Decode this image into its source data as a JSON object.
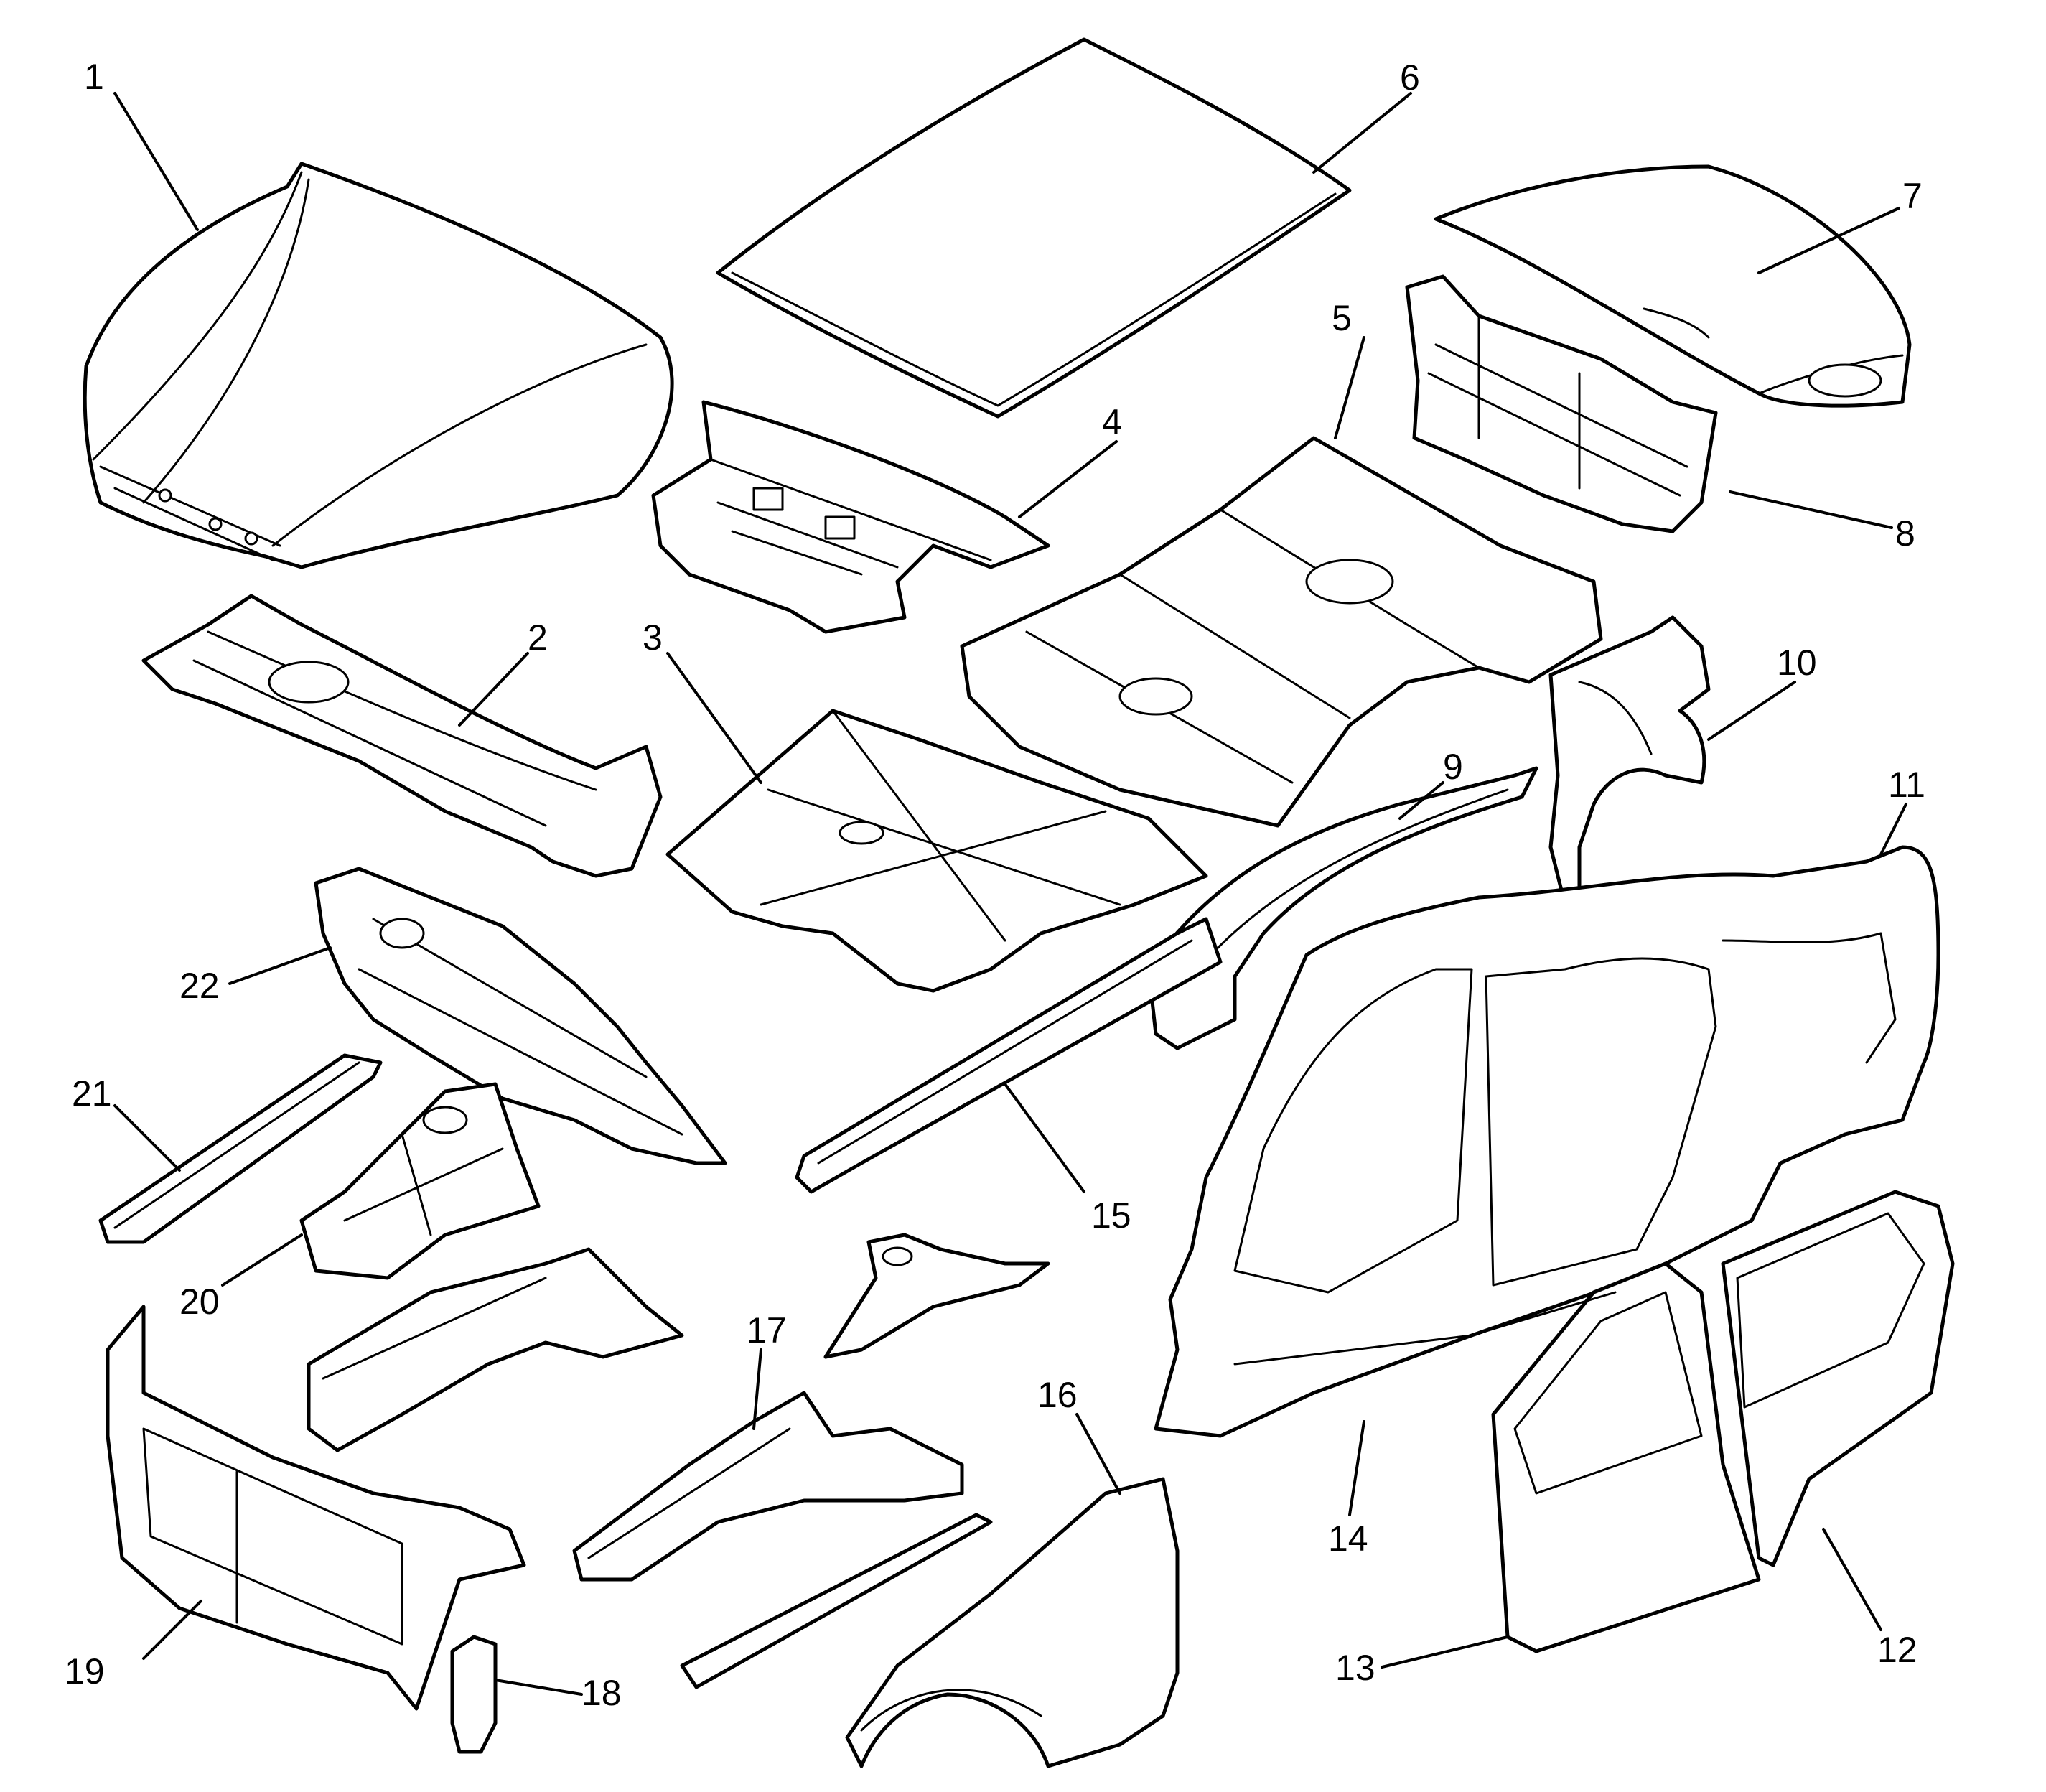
{
  "diagram": {
    "type": "exploded-parts-view",
    "callouts": [
      {
        "number": "1"
      },
      {
        "number": "2"
      },
      {
        "number": "3"
      },
      {
        "number": "4"
      },
      {
        "number": "5"
      },
      {
        "number": "6"
      },
      {
        "number": "7"
      },
      {
        "number": "8"
      },
      {
        "number": "9"
      },
      {
        "number": "10"
      },
      {
        "number": "11"
      },
      {
        "number": "12"
      },
      {
        "number": "13"
      },
      {
        "number": "14"
      },
      {
        "number": "15"
      },
      {
        "number": "16"
      },
      {
        "number": "17"
      },
      {
        "number": "18"
      },
      {
        "number": "19"
      },
      {
        "number": "20"
      },
      {
        "number": "21"
      },
      {
        "number": "22"
      }
    ]
  }
}
